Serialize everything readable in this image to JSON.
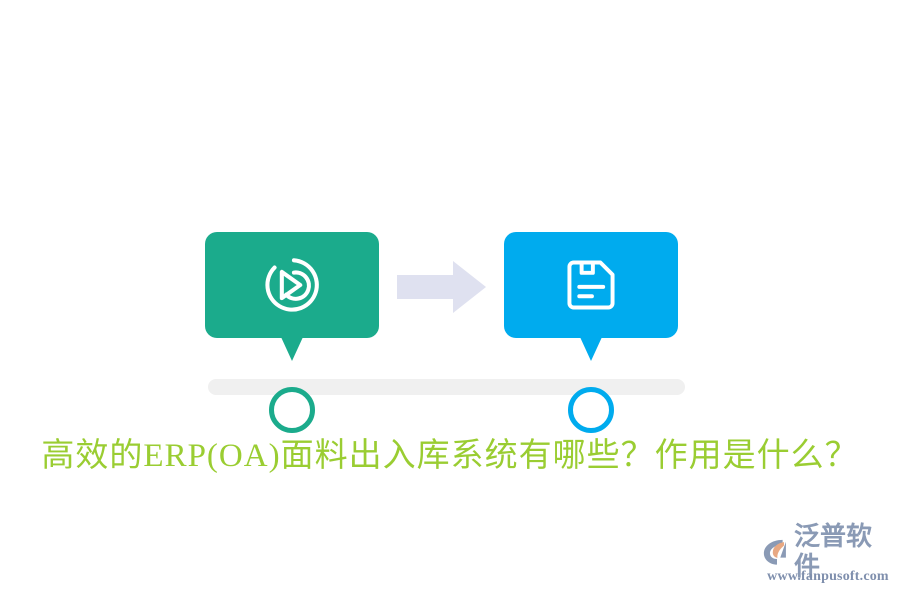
{
  "page": {
    "background_color": "#ffffff",
    "title_text": "高效的ERP(OA)面料出入库系统有哪些？作用是什么？",
    "title_color": "#9ACD32"
  },
  "diagram": {
    "type": "two-step-timeline",
    "track_color": "#f0f0f0",
    "arrow_color": "#dfe1f0",
    "arrow_icon": "arrow-right-icon",
    "steps": [
      {
        "id": "step-1",
        "icon": "broadcast-signal-icon",
        "card_color": "#1BAB8C",
        "dot_color": "#1BAB8C",
        "label": ""
      },
      {
        "id": "step-2",
        "icon": "save-document-icon",
        "card_color": "#00ABEE",
        "dot_color": "#00ABEE",
        "label": ""
      }
    ]
  },
  "watermark": {
    "logo_icon": "fanpu-logo-icon",
    "brand_name": "泛普软件",
    "url": "www.fanpusoft.com",
    "text_color": "#8a9ab5",
    "logo_colors": {
      "outer": "#8a9ab5",
      "inner": "#e8a882"
    }
  }
}
